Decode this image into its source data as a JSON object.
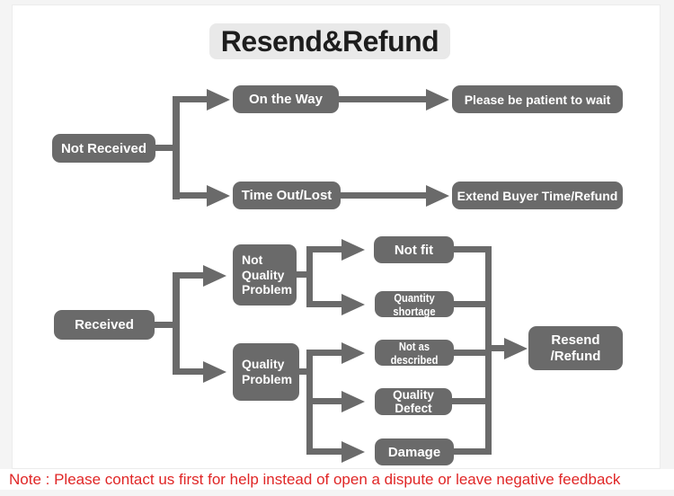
{
  "title": "Resend&Refund",
  "note": "Note : Please contact us first for help instead of open a dispute or leave negative feedback",
  "colors": {
    "page_bg": "#f4f4f4",
    "canvas_bg": "#ffffff",
    "node_fill": "#6a6a6a",
    "node_text": "#ffffff",
    "title_bg": "#e9e9e9",
    "title_text": "#1d1d1d",
    "note_text": "#e02626"
  },
  "nodes": {
    "not_received": "Not Received",
    "on_the_way": "On the Way",
    "please_wait": "Please be patient to wait",
    "time_out_lost": "Time Out/Lost",
    "extend_refund": "Extend Buyer Time/Refund",
    "received": "Received",
    "not_quality_problem": "Not\nQuality\nProblem",
    "quality_problem": "Quality\nProblem",
    "not_fit": "Not fit",
    "quantity_shortage": "Quantity shortage",
    "not_as_described": "Not as described",
    "quality_defect": "Quality Defect",
    "damage": "Damage",
    "resend_refund": "Resend\n/Refund"
  },
  "structure": {
    "branches": [
      {
        "root": "Not Received",
        "paths": [
          {
            "cause": "On the Way",
            "outcome": "Please be patient to wait"
          },
          {
            "cause": "Time Out/Lost",
            "outcome": "Extend Buyer Time/Refund"
          }
        ]
      },
      {
        "root": "Received",
        "paths": [
          {
            "cause": "Not Quality Problem",
            "cases": [
              "Not fit",
              "Quantity shortage"
            ]
          },
          {
            "cause": "Quality Problem",
            "cases": [
              "Not as described",
              "Quality Defect",
              "Damage"
            ]
          }
        ],
        "outcome": "Resend /Refund"
      }
    ]
  }
}
